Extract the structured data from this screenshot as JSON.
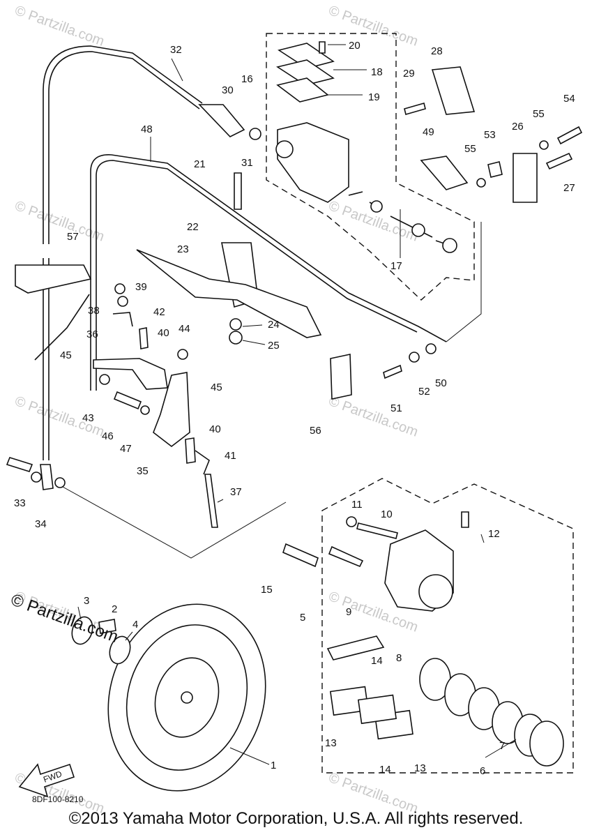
{
  "diagram": {
    "watermarks": [
      "© Partzilla.com",
      "© Partzilla.com",
      "© Partzilla.com",
      "© Partzilla.com",
      "© Partzilla.com",
      "© Partzilla.com",
      "© Partzilla.com",
      "© Partzilla.com",
      "© Partzilla.com",
      "© Partzilla.com"
    ],
    "logo_text": "© Partzilla.com",
    "fwd_label": "FWD",
    "drawing_code": "8DF100-8210",
    "copyright": "©2013 Yamaha Motor Corporation, U.S.A. All rights reserved.",
    "callouts": [
      {
        "id": "1",
        "label": "1"
      },
      {
        "id": "2",
        "label": "2"
      },
      {
        "id": "3",
        "label": "3"
      },
      {
        "id": "4",
        "label": "4"
      },
      {
        "id": "5",
        "label": "5"
      },
      {
        "id": "6",
        "label": "6"
      },
      {
        "id": "7",
        "label": "7"
      },
      {
        "id": "8",
        "label": "8"
      },
      {
        "id": "9",
        "label": "9"
      },
      {
        "id": "10",
        "label": "10"
      },
      {
        "id": "11",
        "label": "11"
      },
      {
        "id": "12",
        "label": "12"
      },
      {
        "id": "13a",
        "label": "13"
      },
      {
        "id": "13b",
        "label": "13"
      },
      {
        "id": "14a",
        "label": "14"
      },
      {
        "id": "14b",
        "label": "14"
      },
      {
        "id": "15",
        "label": "15"
      },
      {
        "id": "16",
        "label": "16"
      },
      {
        "id": "17",
        "label": "17"
      },
      {
        "id": "18",
        "label": "18"
      },
      {
        "id": "19",
        "label": "19"
      },
      {
        "id": "20",
        "label": "20"
      },
      {
        "id": "21",
        "label": "21"
      },
      {
        "id": "22",
        "label": "22"
      },
      {
        "id": "23",
        "label": "23"
      },
      {
        "id": "24",
        "label": "24"
      },
      {
        "id": "25",
        "label": "25"
      },
      {
        "id": "26",
        "label": "26"
      },
      {
        "id": "27",
        "label": "27"
      },
      {
        "id": "28",
        "label": "28"
      },
      {
        "id": "29",
        "label": "29"
      },
      {
        "id": "30",
        "label": "30"
      },
      {
        "id": "31",
        "label": "31"
      },
      {
        "id": "32",
        "label": "32"
      },
      {
        "id": "33",
        "label": "33"
      },
      {
        "id": "34",
        "label": "34"
      },
      {
        "id": "35",
        "label": "35"
      },
      {
        "id": "36",
        "label": "36"
      },
      {
        "id": "37",
        "label": "37"
      },
      {
        "id": "38",
        "label": "38"
      },
      {
        "id": "39",
        "label": "39"
      },
      {
        "id": "40a",
        "label": "40"
      },
      {
        "id": "40b",
        "label": "40"
      },
      {
        "id": "41",
        "label": "41"
      },
      {
        "id": "42",
        "label": "42"
      },
      {
        "id": "43",
        "label": "43"
      },
      {
        "id": "44",
        "label": "44"
      },
      {
        "id": "45a",
        "label": "45"
      },
      {
        "id": "45b",
        "label": "45"
      },
      {
        "id": "46",
        "label": "46"
      },
      {
        "id": "47",
        "label": "47"
      },
      {
        "id": "48",
        "label": "48"
      },
      {
        "id": "49",
        "label": "49"
      },
      {
        "id": "50",
        "label": "50"
      },
      {
        "id": "51",
        "label": "51"
      },
      {
        "id": "52",
        "label": "52"
      },
      {
        "id": "53",
        "label": "53"
      },
      {
        "id": "54",
        "label": "54"
      },
      {
        "id": "55a",
        "label": "55"
      },
      {
        "id": "55b",
        "label": "55"
      },
      {
        "id": "56",
        "label": "56"
      },
      {
        "id": "57",
        "label": "57"
      }
    ]
  }
}
